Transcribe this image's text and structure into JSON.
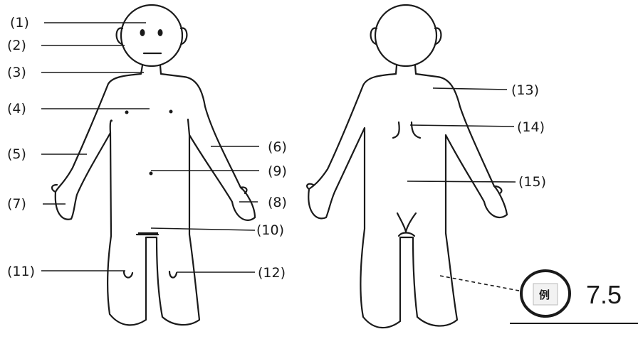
{
  "labels": {
    "l1": "(1)",
    "l2": "(2)",
    "l3": "(3)",
    "l4": "(4)",
    "l5": "(5)",
    "l6": "(6)",
    "l7": "(7)",
    "l8": "(8)",
    "l9": "(9)",
    "l10": "(10)",
    "l11": "(11)",
    "l12": "(12)",
    "l13": "(13)",
    "l14": "(14)",
    "l15": "(15)"
  },
  "example": {
    "marker": "例",
    "value": "7.5"
  }
}
